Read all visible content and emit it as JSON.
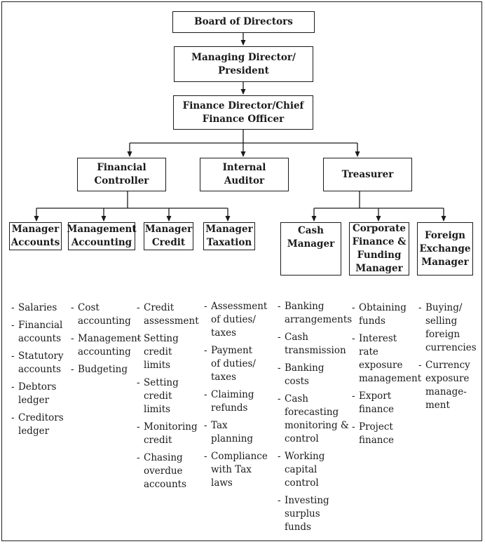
{
  "nodes": {
    "board": "Board of Directors",
    "md": "Managing Director/\nPresident",
    "fd": "Finance Director/Chief\nFinance Officer",
    "fc": "Financial\nController",
    "ia": "Internal\nAuditor",
    "tr": "Treasurer",
    "ma": "Manager\nAccounts",
    "mac": "Management\nAccounting",
    "mc": "Manager\nCredit",
    "mt": "Manager\nTaxation",
    "cm": "Cash\nManager",
    "cf": "Corporate\nFinance &\nFunding\nManager",
    "fx": "Foreign\nExchange\nManager"
  },
  "duties": {
    "ma": [
      "Salaries",
      "Financial\naccounts",
      "Statutory\naccounts",
      "Debtors\nledger",
      "Creditors\nledger"
    ],
    "mac": [
      "Cost\naccounting",
      "Management\naccounting",
      "Budgeting"
    ],
    "mc": [
      "Credit\nassessment",
      "Setting\ncredit\nlimits",
      "Setting\ncredit\nlimits",
      "Monitoring\ncredit",
      "Chasing\noverdue\naccounts"
    ],
    "mt": [
      "Assessment\nof duties/\ntaxes",
      "Payment\nof duties/\ntaxes",
      "Claiming\nrefunds",
      "Tax\nplanning",
      "Compliance\nwith Tax\nlaws"
    ],
    "cm": [
      "Banking\narrangements",
      "Cash\ntransmission",
      "Banking\ncosts",
      "Cash\nforecasting\nmonitoring &\ncontrol",
      "Working\ncapital\ncontrol",
      "Investing\nsurplus\nfunds"
    ],
    "cf": [
      "Obtaining\nfunds",
      "Interest rate\nexposure\nmanagement",
      "Export\nfinance",
      "Project\nfinance"
    ],
    "fx": [
      "Buying/\nselling\nforeign\ncurrencies",
      "Currency\nexposure\nmanage-\nment"
    ]
  },
  "bullet_marker": "-"
}
